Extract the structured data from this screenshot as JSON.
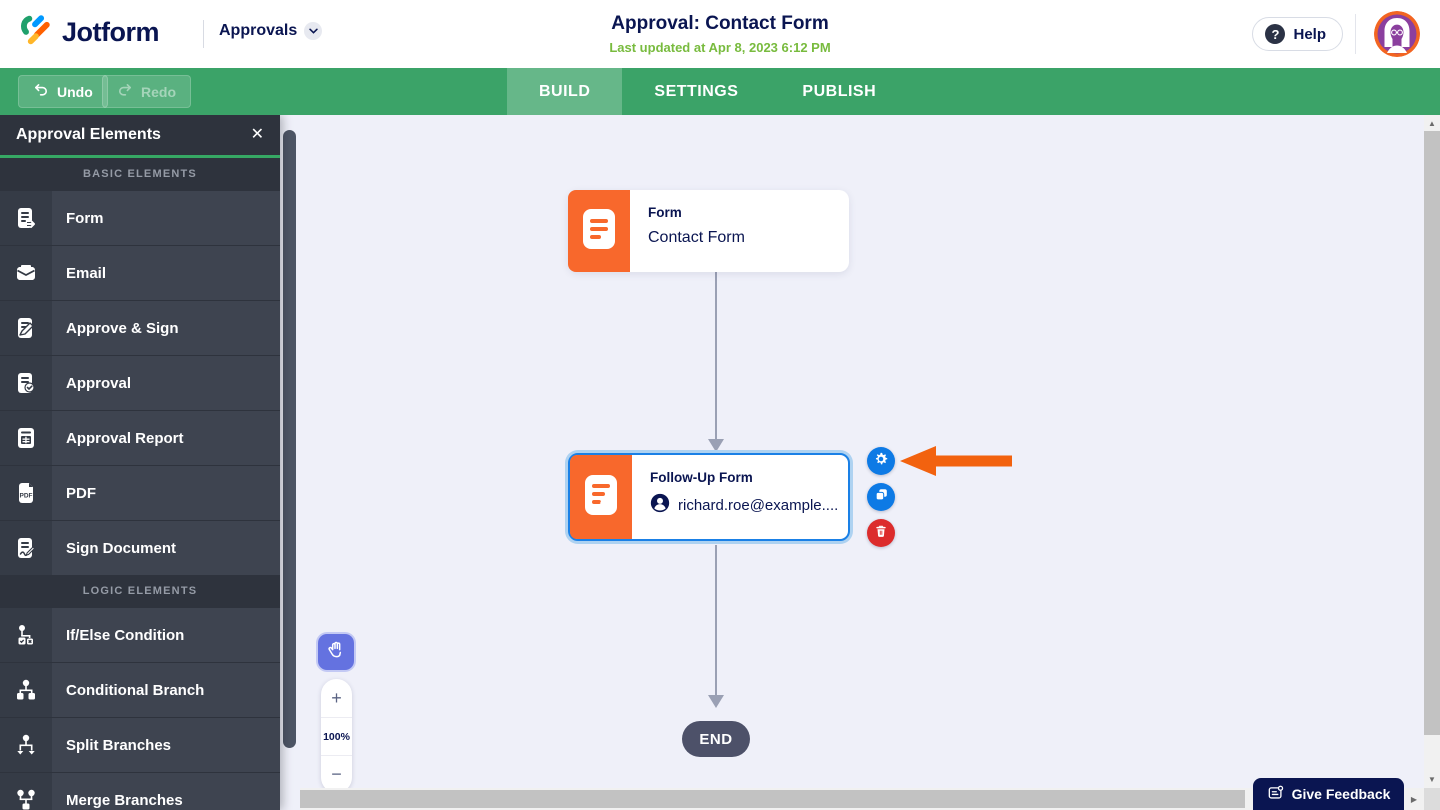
{
  "header": {
    "brand": "Jotform",
    "product_switcher": "Approvals",
    "title": "Approval: Contact Form",
    "last_updated": "Last updated at Apr 8, 2023 6:12 PM",
    "help_label": "Help"
  },
  "toolbar": {
    "undo": "Undo",
    "redo": "Redo",
    "tabs": {
      "build": "BUILD",
      "settings": "SETTINGS",
      "publish": "PUBLISH"
    },
    "active_tab": "BUILD"
  },
  "sidebar": {
    "title": "Approval Elements",
    "sections": [
      {
        "label": "BASIC ELEMENTS",
        "items": [
          {
            "label": "Form",
            "icon": "form-icon"
          },
          {
            "label": "Email",
            "icon": "email-icon"
          },
          {
            "label": "Approve & Sign",
            "icon": "approve-sign-icon"
          },
          {
            "label": "Approval",
            "icon": "approval-icon"
          },
          {
            "label": "Approval Report",
            "icon": "approval-report-icon"
          },
          {
            "label": "PDF",
            "icon": "pdf-icon"
          },
          {
            "label": "Sign Document",
            "icon": "sign-document-icon"
          }
        ]
      },
      {
        "label": "LOGIC ELEMENTS",
        "items": [
          {
            "label": "If/Else Condition",
            "icon": "if-else-icon"
          },
          {
            "label": "Conditional Branch",
            "icon": "conditional-branch-icon"
          },
          {
            "label": "Split Branches",
            "icon": "split-branches-icon"
          },
          {
            "label": "Merge Branches",
            "icon": "merge-branches-icon"
          }
        ]
      }
    ]
  },
  "canvas": {
    "nodes": {
      "form": {
        "type_label": "Form",
        "name": "Contact Form"
      },
      "followup": {
        "type_label": "Follow-Up Form",
        "assignee": "richard.roe@example....",
        "selected": true
      }
    },
    "end_label": "END",
    "zoom": {
      "in": "+",
      "level": "100%",
      "out": "−"
    }
  },
  "feedback_label": "Give Feedback",
  "colors": {
    "brand_navy": "#0a1551",
    "toolbar_green": "#3ba368",
    "updated_green": "#78bb3e",
    "node_orange": "#f8682c",
    "selection_blue": "#1a80e6",
    "action_blue": "#0d7ae5",
    "action_red": "#dc2c2c",
    "arrow_orange": "#f2620f",
    "canvas_bg": "#eff0f9"
  }
}
